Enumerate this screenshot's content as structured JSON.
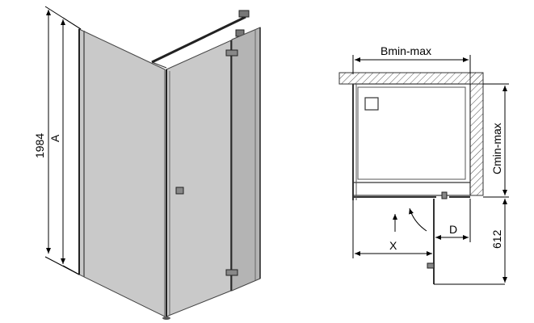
{
  "left_view": {
    "labels": {
      "height_value": "1984",
      "height_letter": "A"
    }
  },
  "plan_view": {
    "labels": {
      "width": "Bmin-max",
      "depth": "Cmin-max",
      "door_offset": "612",
      "x": "X",
      "d": "D"
    }
  }
}
